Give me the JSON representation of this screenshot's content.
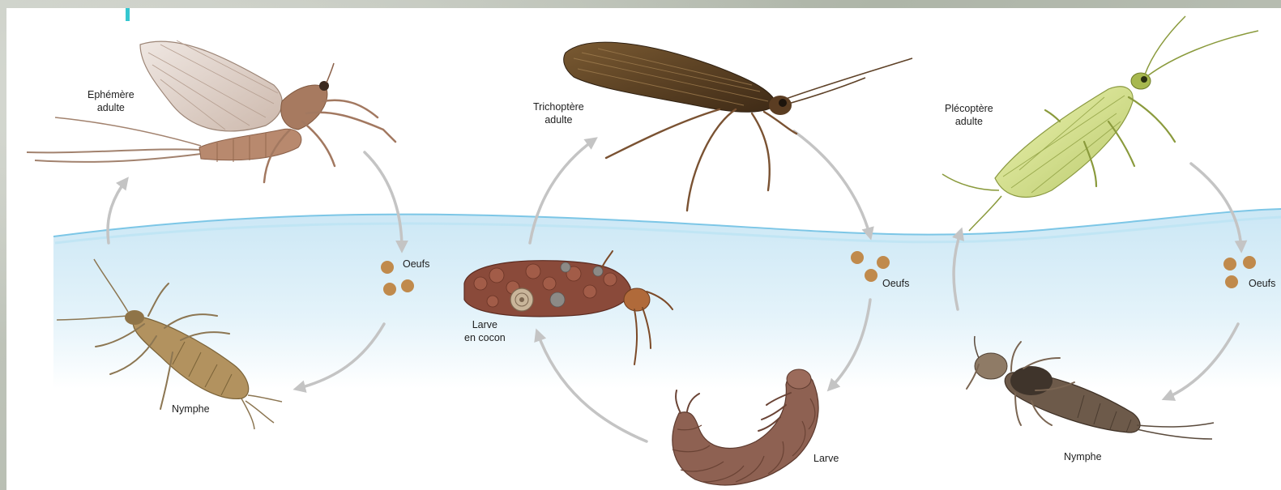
{
  "diagram": {
    "cycles": [
      {
        "id": "ephemere",
        "stages": {
          "adult": [
            "Ephémère",
            "adulte"
          ],
          "eggs": "Oeufs",
          "nymph": "Nymphe"
        }
      },
      {
        "id": "trichoptere",
        "stages": {
          "adult": [
            "Trichoptère",
            "adulte"
          ],
          "eggs": "Oeufs",
          "larva": "Larve",
          "cocoon": [
            "Larve",
            "en cocon"
          ]
        }
      },
      {
        "id": "plecoptere",
        "stages": {
          "adult": [
            "Plécoptère",
            "adulte"
          ],
          "eggs": "Oeufs",
          "nymph": "Nymphe"
        }
      }
    ],
    "colors": {
      "water": "#cfe9f6",
      "water_line": "#7cc6e6",
      "arrow": "#c4c4c4",
      "egg": "#c08a4c",
      "accent": "#35c7d0"
    }
  }
}
